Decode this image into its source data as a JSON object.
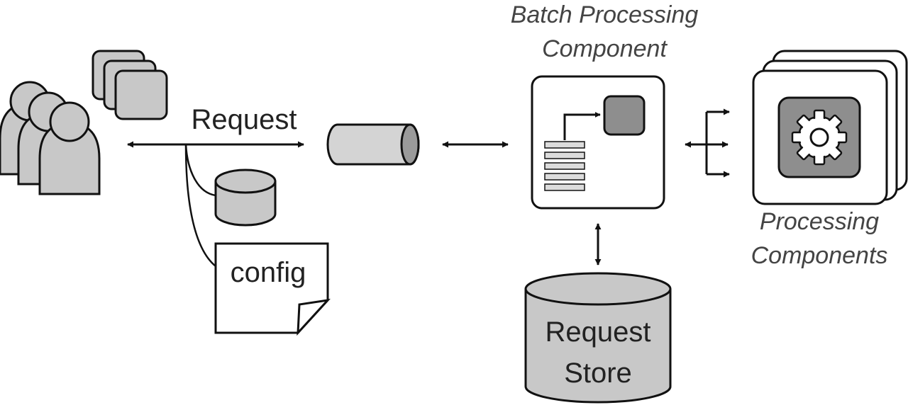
{
  "labels": {
    "request": "Request",
    "config": "config",
    "batch_title_line1": "Batch Processing",
    "batch_title_line2": "Component",
    "processing_line1": "Processing",
    "processing_line2": "Components",
    "store_line1": "Request",
    "store_line2": "Store"
  },
  "colors": {
    "stroke": "#111111",
    "fill_gray": "#c8c8c8",
    "fill_dark": "#8e8e8e",
    "fill_light": "#dcdcdc",
    "background": "#ffffff"
  },
  "icons": [
    "user-icon",
    "window-stack-icon",
    "queue-icon",
    "database-icon",
    "document-icon",
    "gear-icon"
  ]
}
